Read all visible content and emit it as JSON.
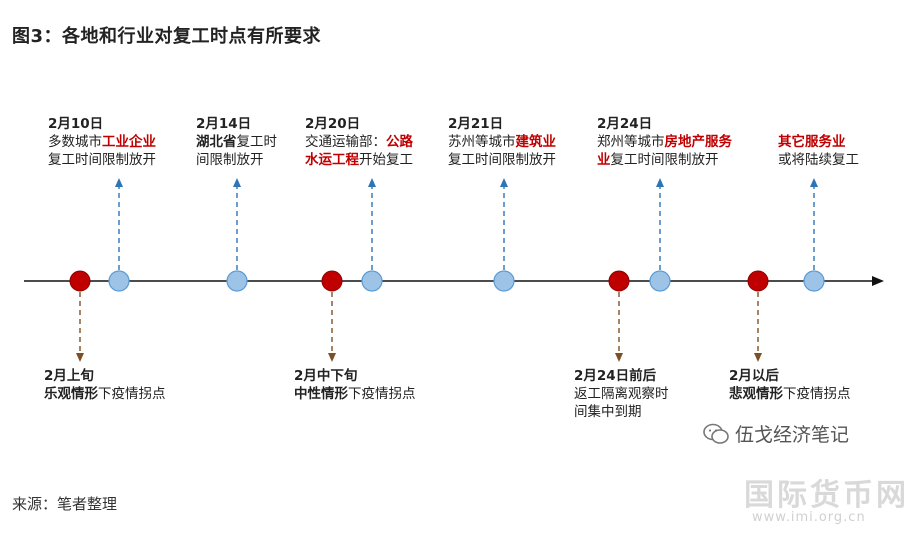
{
  "title": "图3：各地和行业对复工时点有所要求",
  "source": "来源：笔者整理",
  "wechat": "伍戈经济笔记",
  "watermark": {
    "text": "国际货币网",
    "url": "www.imi.org.cn"
  },
  "colors": {
    "red_marker": "#c00000",
    "blue_marker": "#9dc3e6",
    "up_arrow": "#2e75b6",
    "down_arrow": "#7f4f24",
    "highlight": "#c00000"
  },
  "upper_events": [
    {
      "date": "2月10日",
      "l1a": "多数城市",
      "l1b": "工业企业",
      "l2": "复工时间限制放开"
    },
    {
      "date": "2月14日",
      "l1a": "湖北省",
      "l1b": "复工时",
      "l2": "间限制放开"
    },
    {
      "date": "2月20日",
      "l1a": "交通运输部：",
      "l1b": "公路",
      "l2a": "水运工程",
      "l2b": "开始复工"
    },
    {
      "date": "2月21日",
      "l1a": "苏州等城市",
      "l1b": "建筑业",
      "l2": "复工时间限制放开"
    },
    {
      "date": "2月24日",
      "l1a": "郑州等城市",
      "l1b": "房地产服务",
      "l2a": "业",
      "l2b": "复工时间限制放开"
    },
    {
      "l1": "其它服务业",
      "l2": "或将陆续复工"
    }
  ],
  "lower_events": [
    {
      "date": "2月上旬",
      "bold": "乐观情形",
      "rest": "下疫情拐点"
    },
    {
      "date": "2月中下旬",
      "bold": "中性情形",
      "rest": "下疫情拐点"
    },
    {
      "date": "2月24日前后",
      "l1": "返工隔离观察时",
      "l2": "间集中到期"
    },
    {
      "date": "2月以后",
      "bold": "悲观情形",
      "rest": "下疫情拐点"
    }
  ]
}
